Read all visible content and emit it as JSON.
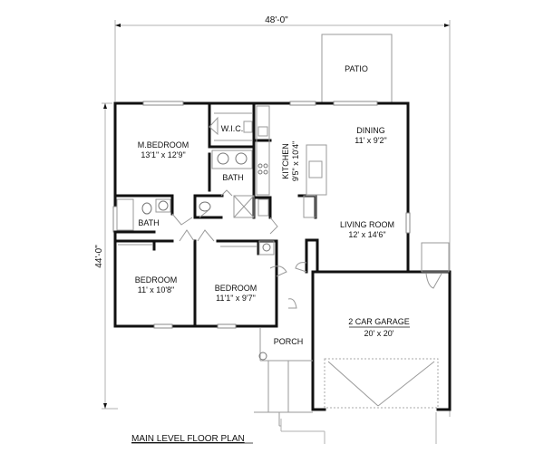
{
  "plan": {
    "title": "MAIN LEVEL FLOOR PLAN",
    "dimensions": {
      "width": "48'-0\"",
      "depth": "44'-0\""
    },
    "rooms": [
      {
        "name": "PATIO",
        "size": ""
      },
      {
        "name": "M.BEDROOM",
        "size": "13'1\" x 12'9\""
      },
      {
        "name": "W.I.C.",
        "size": ""
      },
      {
        "name": "BATH",
        "size": ""
      },
      {
        "name": "KITCHEN",
        "size": "9'5\" x 10'4\""
      },
      {
        "name": "DINING",
        "size": "11' x 9'2\""
      },
      {
        "name": "LIVING ROOM",
        "size": "12' x 14'6\""
      },
      {
        "name": "BATH",
        "size": ""
      },
      {
        "name": "BEDROOM",
        "size": "11' x 10'8\""
      },
      {
        "name": "BEDROOM",
        "size": "11'1\" x 9'7\""
      },
      {
        "name": "2 CAR GARAGE",
        "size": "20' x 20'"
      },
      {
        "name": "PORCH",
        "size": ""
      }
    ]
  }
}
